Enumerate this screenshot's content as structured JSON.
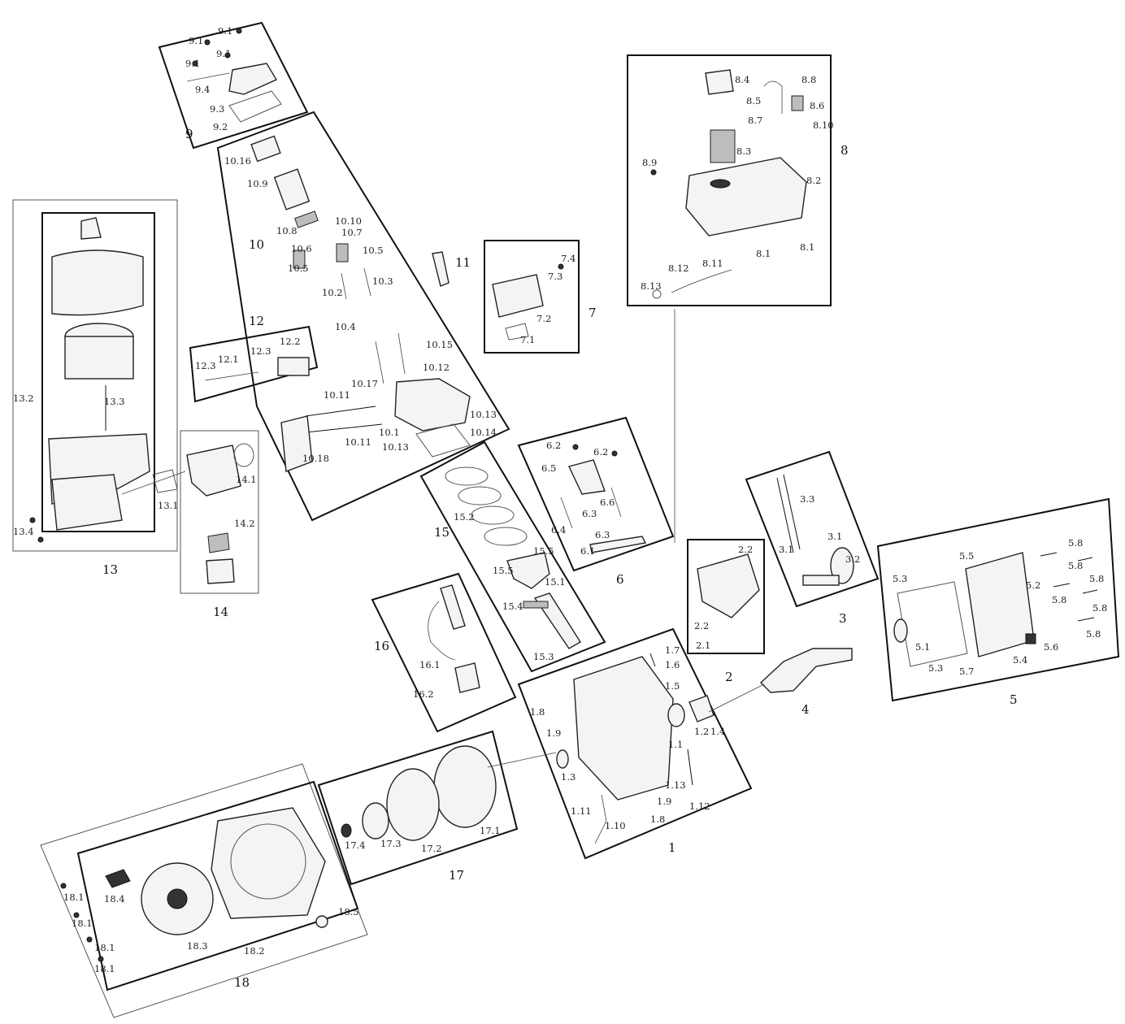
{
  "groups": [
    {
      "id": "g1",
      "label": "1",
      "parts": [
        "1.1",
        "1.2",
        "1.3",
        "1.4",
        "1.5",
        "1.6",
        "1.7",
        "1.8",
        "1.8",
        "1.9",
        "1.9",
        "1.10",
        "1.11",
        "1.12",
        "1.13"
      ]
    },
    {
      "id": "g2",
      "label": "2",
      "parts": [
        "2.1",
        "2.2",
        "2.2"
      ]
    },
    {
      "id": "g3",
      "label": "3",
      "parts": [
        "3.1",
        "3.1",
        "3.2",
        "3.3"
      ]
    },
    {
      "id": "g4",
      "label": "4",
      "parts": []
    },
    {
      "id": "g5",
      "label": "5",
      "parts": [
        "5.1",
        "5.2",
        "5.3",
        "5.3",
        "5.4",
        "5.5",
        "5.6",
        "5.7",
        "5.8",
        "5.8",
        "5.8",
        "5.8",
        "5.8",
        "5.8"
      ]
    },
    {
      "id": "g6",
      "label": "6",
      "parts": [
        "6.1",
        "6.2",
        "6.2",
        "6.3",
        "6.3",
        "6.4",
        "6.5",
        "6.6"
      ]
    },
    {
      "id": "g7",
      "label": "7",
      "parts": [
        "7.1",
        "7.2",
        "7.3",
        "7.4"
      ]
    },
    {
      "id": "g8",
      "label": "8",
      "parts": [
        "8.1",
        "8.1",
        "8.2",
        "8.3",
        "8.4",
        "8.5",
        "8.6",
        "8.7",
        "8.8",
        "8.9",
        "8.10",
        "8.11",
        "8.12",
        "8.13"
      ]
    },
    {
      "id": "g9",
      "label": "9",
      "parts": [
        "9.1",
        "9.1",
        "9.1",
        "9.1",
        "9.2",
        "9.3",
        "9.4"
      ]
    },
    {
      "id": "g10",
      "label": "10",
      "parts": [
        "10.1",
        "10.2",
        "10.3",
        "10.4",
        "10.5",
        "10.5",
        "10.6",
        "10.7",
        "10.8",
        "10.9",
        "10.10",
        "10.11",
        "10.11",
        "10.12",
        "10.13",
        "10.13",
        "10.14",
        "10.15",
        "10.16",
        "10.17",
        "10.18"
      ]
    },
    {
      "id": "g11",
      "label": "11",
      "parts": []
    },
    {
      "id": "g12",
      "label": "12",
      "parts": [
        "12.1",
        "12.2",
        "12.3",
        "12.3"
      ]
    },
    {
      "id": "g13",
      "label": "13",
      "parts": [
        "13.1",
        "13.2",
        "13.3",
        "13.4"
      ]
    },
    {
      "id": "g14",
      "label": "14",
      "parts": [
        "14.1",
        "14.2"
      ]
    },
    {
      "id": "g15",
      "label": "15",
      "parts": [
        "15.1",
        "15.2",
        "15.3",
        "15.4",
        "15.5",
        "15.5"
      ]
    },
    {
      "id": "g16",
      "label": "16",
      "parts": [
        "16.1",
        "16.2"
      ]
    },
    {
      "id": "g17",
      "label": "17",
      "parts": [
        "17.1",
        "17.2",
        "17.3",
        "17.4"
      ]
    },
    {
      "id": "g18",
      "label": "18",
      "parts": [
        "18.1",
        "18.1",
        "18.1",
        "18.1",
        "18.2",
        "18.3",
        "18.4",
        "18.5"
      ]
    }
  ]
}
